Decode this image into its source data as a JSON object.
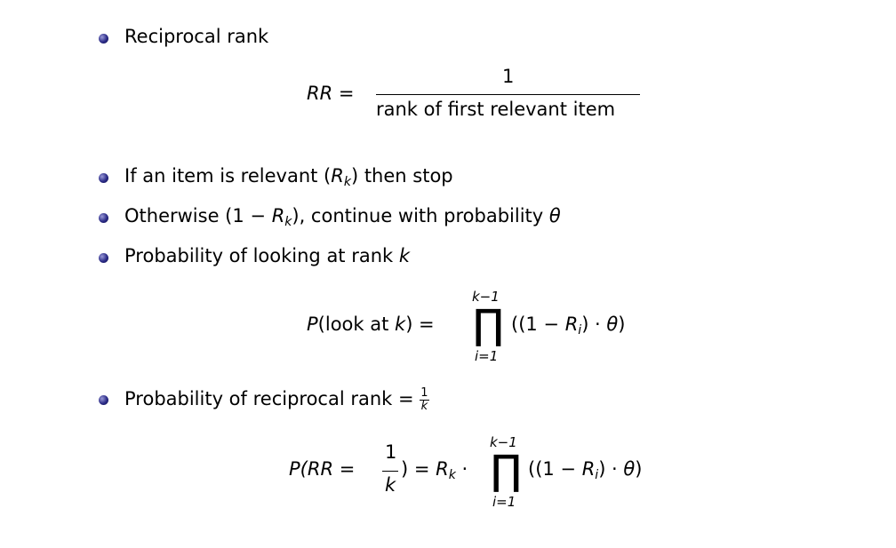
{
  "bullets": [
    {
      "label": "Reciprocal rank"
    },
    {
      "label": "If an item is relevant (",
      "math": "R",
      "sub": "k",
      "after": ") then stop"
    },
    {
      "label": "Otherwise (1 − ",
      "math": "R",
      "sub": "k",
      "after": "), continue with probability ",
      "theta": "θ"
    },
    {
      "label": "Probability of looking at rank ",
      "math": "k"
    },
    {
      "label": "Probability of reciprocal rank = ",
      "num": "1",
      "den": "k"
    }
  ],
  "eq1": {
    "lhs": "RR",
    "eq": "=",
    "numerator": "1",
    "denominator": "rank of first relevant item"
  },
  "eq2": {
    "lhs_p": "P",
    "lhs_rest": "(look at ",
    "lhs_k": "k",
    "lhs_close": ") =",
    "prod": "∏",
    "upper": "k−1",
    "lower": "i=1",
    "rhs1": "((1 − ",
    "rhs_r": "R",
    "rhs_sub": "i",
    "rhs2": ") · ",
    "rhs_theta": "θ",
    "rhs3": ")"
  },
  "eq3": {
    "lhs": "P(",
    "rr": "RR",
    "eq": " =",
    "num": "1",
    "den": "k",
    "mid1": ") = ",
    "rk": "R",
    "rk_sub": "k",
    "dot": " ·",
    "prod": "∏",
    "upper": "k−1",
    "lower": "i=1",
    "rhs1": "((1 − ",
    "rhs_r": "R",
    "rhs_sub": "i",
    "rhs2": ") · ",
    "rhs_theta": "θ",
    "rhs3": ")"
  }
}
